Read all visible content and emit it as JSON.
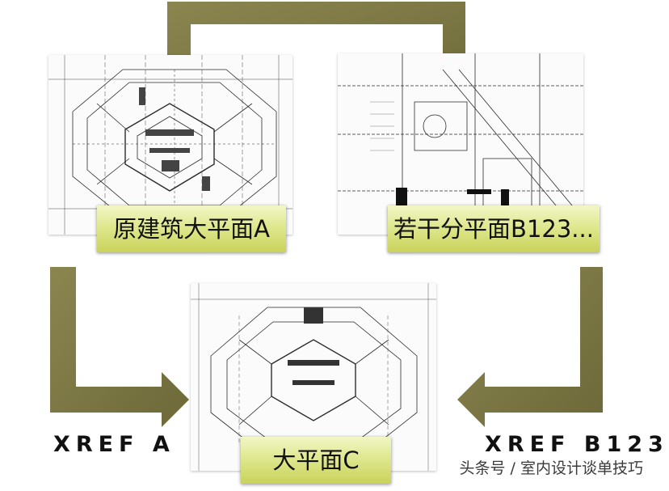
{
  "nodes": {
    "a": {
      "label": "原建筑大平面A"
    },
    "b": {
      "label": "若干分平面B123..."
    },
    "c": {
      "label": "大平面C"
    }
  },
  "edges": {
    "xref_a": {
      "label": "XREF A"
    },
    "xref_b": {
      "label": "XREF B123"
    }
  },
  "watermark": {
    "text": "头条号 / 室内设计谈单技巧"
  },
  "colors": {
    "arrow": "#7a7544",
    "arrow_dark": "#5e5a30",
    "label_bg": "#d8e07c",
    "line": "#2b2b2b"
  }
}
